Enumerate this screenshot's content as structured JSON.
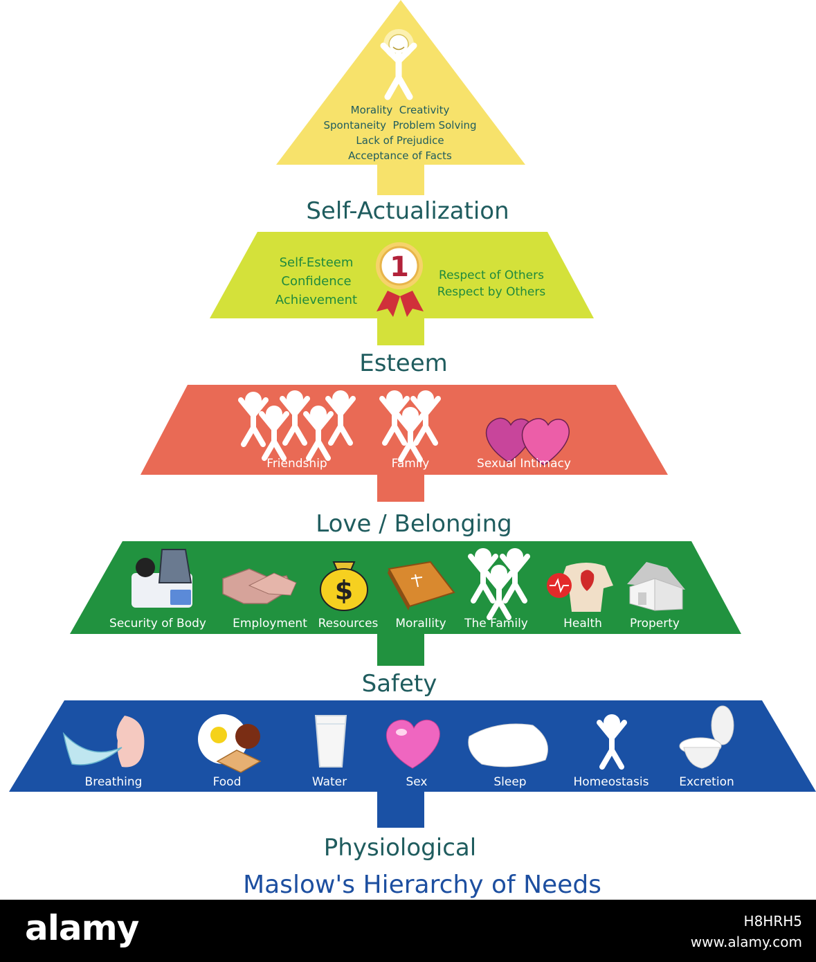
{
  "levels": {
    "self_actualization": {
      "title": "Self-Actualization",
      "lines": [
        "Morality  Creativity",
        "Spontaneity  Problem Solving",
        "Lack of Prejudice",
        "Acceptance of Facts"
      ]
    },
    "esteem": {
      "title": "Esteem",
      "left": [
        "Self-Esteem",
        "Confidence",
        "Achievement"
      ],
      "right": [
        "Respect of Others",
        "Respect by Others"
      ],
      "medal_number": "1"
    },
    "love": {
      "title": "Love / Belonging",
      "items": [
        "Friendship",
        "Family",
        "Sexual Intimacy"
      ]
    },
    "safety": {
      "title": "Safety",
      "items": [
        "Security of Body",
        "Employment",
        "Resources",
        "Morallity",
        "The Family",
        "Health",
        "Property"
      ],
      "dollar": "$"
    },
    "physiological": {
      "title": "Physiological",
      "items": [
        "Breathing",
        "Food",
        "Water",
        "Sex",
        "Sleep",
        "Homeostasis",
        "Excretion"
      ]
    }
  },
  "main_title": "Maslow's Hierarchy of Needs",
  "footer": {
    "logo": "alamy",
    "image_id": "H8HRH5",
    "site": "www.alamy.com"
  },
  "colors": {
    "self_actualization": "#f7e26b",
    "esteem": "#d4e13a",
    "love": "#e96a55",
    "safety": "#21923f",
    "physiological": "#1a51a5",
    "title_text": "#1f5c5e",
    "main_title": "#1d4fa0"
  }
}
